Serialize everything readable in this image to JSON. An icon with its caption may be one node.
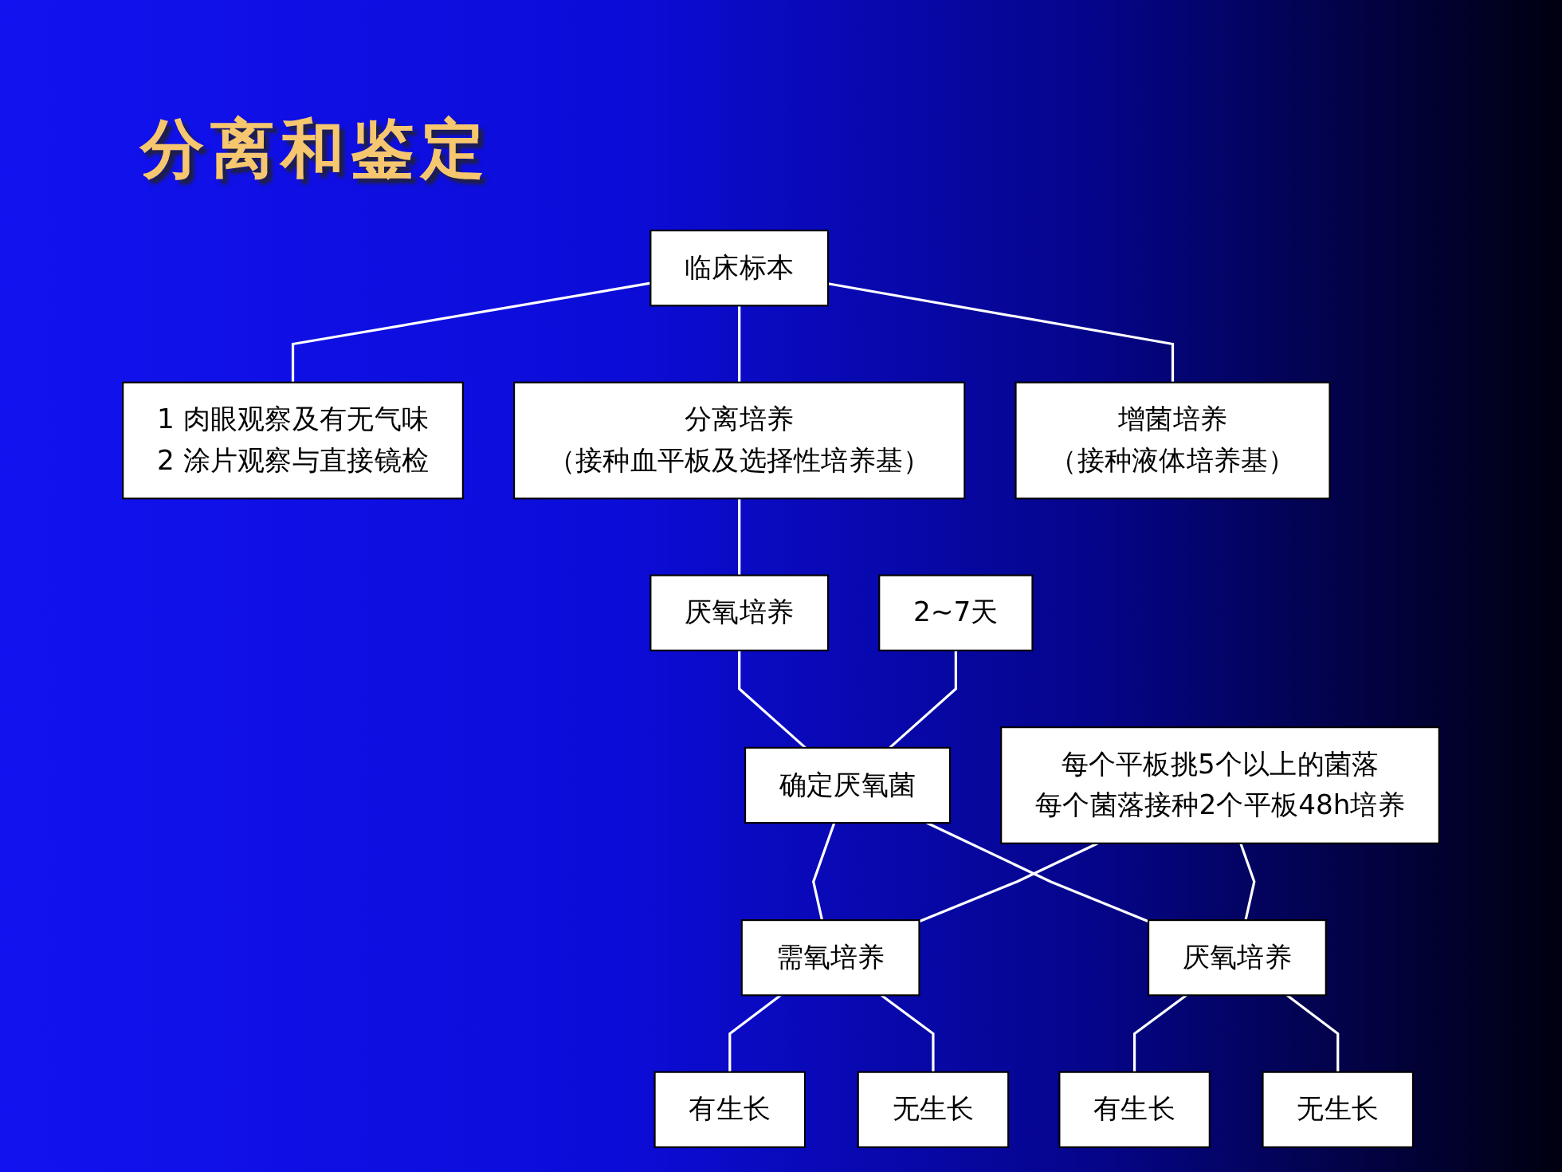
{
  "diagram": {
    "title": "分离和鉴定",
    "nodes": [
      {
        "text": [
          "临床标本"
        ]
      },
      {
        "text": [
          "1 肉眼观察及有无气味",
          "2 涂片观察与直接镜检"
        ]
      },
      {
        "text": [
          "分离培养",
          "（接种血平板及选择性培养基）"
        ]
      },
      {
        "text": [
          "增菌培养",
          "（接种液体培养基）"
        ]
      },
      {
        "text": [
          "厌氧培养"
        ]
      },
      {
        "text": [
          "2~7天"
        ]
      },
      {
        "text": [
          "确定厌氧菌"
        ]
      },
      {
        "text": [
          "每个平板挑5个以上的菌落",
          "每个菌落接种2个平板48h培养"
        ]
      },
      {
        "text": [
          "需氧培养"
        ]
      },
      {
        "text": [
          "厌氧培养"
        ]
      },
      {
        "text": [
          "有生长"
        ]
      },
      {
        "text": [
          "无生长"
        ]
      },
      {
        "text": [
          "有生长"
        ]
      },
      {
        "text": [
          "无生长"
        ]
      }
    ],
    "edges": [
      {
        "from": 0,
        "to": 1,
        "arrow": "none"
      },
      {
        "from": 0,
        "to": 2,
        "arrow": "none"
      },
      {
        "from": 0,
        "to": 3,
        "arrow": "none"
      },
      {
        "from": 2,
        "to": 4,
        "arrow": "none"
      },
      {
        "from": 4,
        "to": 6,
        "arrow": "none"
      },
      {
        "from": 5,
        "to": 6,
        "arrow": "none"
      },
      {
        "from": 6,
        "to": 8,
        "arrow": "none"
      },
      {
        "from": 6,
        "to": 9,
        "arrow": "none"
      },
      {
        "from": 7,
        "to": 8,
        "arrow": "none"
      },
      {
        "from": 7,
        "to": 9,
        "arrow": "none"
      },
      {
        "from": 8,
        "to": 10,
        "arrow": "none"
      },
      {
        "from": 8,
        "to": 11,
        "arrow": "none"
      },
      {
        "from": 9,
        "to": 12,
        "arrow": "none"
      },
      {
        "from": 9,
        "to": 13,
        "arrow": "none"
      }
    ]
  }
}
